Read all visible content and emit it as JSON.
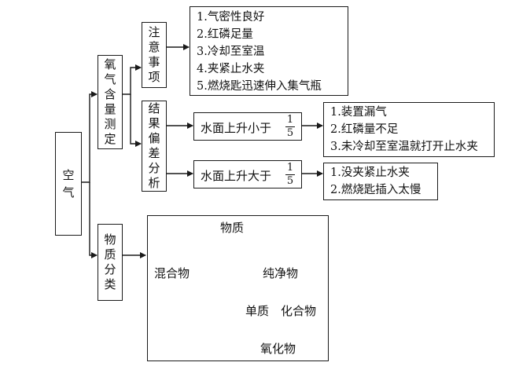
{
  "root": {
    "label": "空气"
  },
  "oxygen": {
    "label": "氧气含量测定"
  },
  "notes": {
    "label": "注意事项",
    "items": [
      "1.气密性良好",
      "2.红磷足量",
      "3.冷却至室温",
      "4.夹紧止水夹",
      "5.燃烧匙迅速伸入集气瓶"
    ]
  },
  "error": {
    "label": "结果偏差分析"
  },
  "low": {
    "prefix": "水面上升小于",
    "numerator": "1",
    "denominator": "5",
    "reasons": [
      "1.装置漏气",
      "2.红磷量不足",
      "3.未冷却至室温就打开止水夹"
    ]
  },
  "high": {
    "prefix": "水面上升大于",
    "numerator": "1",
    "denominator": "5",
    "reasons": [
      "1.没夹紧止水夹",
      "2.燃烧匙插入太慢"
    ]
  },
  "classify": {
    "label": "物质分类",
    "tree": {
      "root": "物质",
      "mixture": "混合物",
      "pure": "纯净物",
      "element": "单质",
      "compound": "化合物",
      "oxide": "氧化物"
    }
  }
}
